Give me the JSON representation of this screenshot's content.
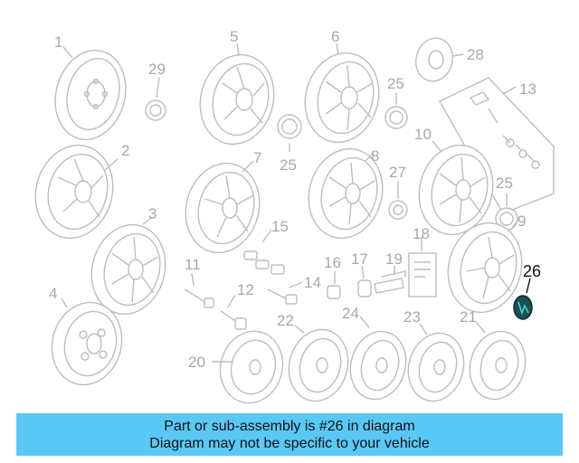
{
  "callouts": {
    "n1": "1",
    "n2": "2",
    "n3": "3",
    "n4": "4",
    "n5": "5",
    "n6": "6",
    "n7": "7",
    "n8": "8",
    "n9": "9",
    "n10": "10",
    "n11": "11",
    "n12": "12",
    "n13": "13",
    "n14": "14",
    "n15": "15",
    "n16": "16",
    "n17": "17",
    "n18": "18",
    "n19": "19",
    "n20": "20",
    "n21": "21",
    "n22": "22",
    "n23": "23",
    "n24": "24",
    "n25a": "25",
    "n25b": "25",
    "n25c": "25",
    "n26": "26",
    "n27": "27",
    "n28": "28",
    "n29": "29"
  },
  "highlight_part": "26",
  "colors": {
    "line": "#bdbdbd",
    "label": "#a8a8a8",
    "highlight": "#2a9d8f",
    "banner": "#5ac8f5"
  },
  "caption": {
    "line1": "Part or sub-assembly is #26 in diagram",
    "line2": "Diagram may not be specific to your vehicle"
  }
}
